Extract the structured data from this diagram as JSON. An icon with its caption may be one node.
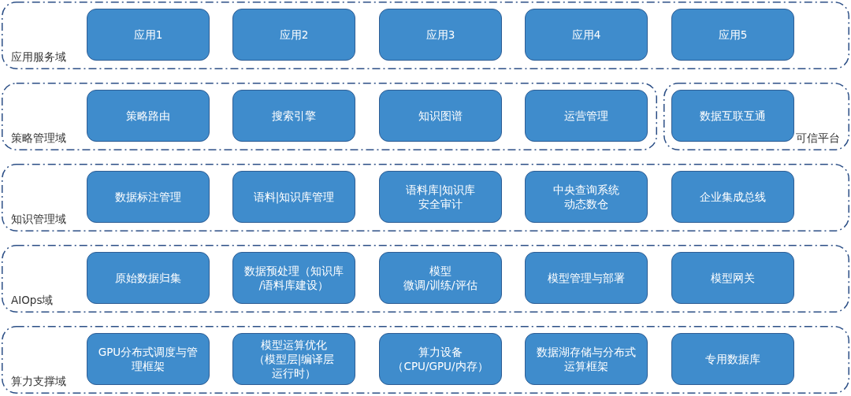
{
  "diagram": {
    "nodes": [
      {
        "text": [
          "应用服务域"
        ]
      },
      {
        "text": [
          "应用1"
        ],
        "in": 0
      },
      {
        "text": [
          "应用2"
        ],
        "in": 0
      },
      {
        "text": [
          "应用3"
        ],
        "in": 0
      },
      {
        "text": [
          "应用4"
        ],
        "in": 0
      },
      {
        "text": [
          "应用5"
        ],
        "in": 0
      },
      {
        "text": [
          "策略管理域"
        ]
      },
      {
        "text": [
          "策略路由"
        ],
        "in": 6
      },
      {
        "text": [
          "搜索引擎"
        ],
        "in": 6
      },
      {
        "text": [
          "知识图谱"
        ],
        "in": 6
      },
      {
        "text": [
          "运营管理"
        ],
        "in": 6
      },
      {
        "text": [
          "可信平台"
        ]
      },
      {
        "text": [
          "数据互联互通"
        ],
        "in": 11
      },
      {
        "text": [
          "知识管理域"
        ]
      },
      {
        "text": [
          "数据标注管理"
        ],
        "in": 13
      },
      {
        "text": [
          "语料|知识库管理"
        ],
        "in": 13
      },
      {
        "text": [
          "语料库|知识库安全审计"
        ],
        "in": 13
      },
      {
        "text": [
          "中央查询系统动态数仓"
        ],
        "in": 13
      },
      {
        "text": [
          "企业集成总线"
        ],
        "in": 13
      },
      {
        "text": [
          "AIOps域"
        ]
      },
      {
        "text": [
          "原始数据归集"
        ],
        "in": 19
      },
      {
        "text": [
          "数据预处理（知识库/语料库建设）"
        ],
        "in": 19
      },
      {
        "text": [
          "模型微调/训练/评估"
        ],
        "in": 19
      },
      {
        "text": [
          "模型管理与部署"
        ],
        "in": 19
      },
      {
        "text": [
          "模型网关"
        ],
        "in": 19
      },
      {
        "text": [
          "算力支撑域"
        ]
      },
      {
        "text": [
          "GPU分布式调度与管理框架"
        ],
        "in": 25
      },
      {
        "text": [
          "模型运算优化（模型层|编译层运行时）"
        ],
        "in": 25
      },
      {
        "text": [
          "算力设备（CPU/GPU/内存）"
        ],
        "in": 25
      },
      {
        "text": [
          "数据湖存储与分布式运算框架"
        ],
        "in": 25
      },
      {
        "text": [
          "专用数据库"
        ],
        "in": 25
      }
    ]
  }
}
